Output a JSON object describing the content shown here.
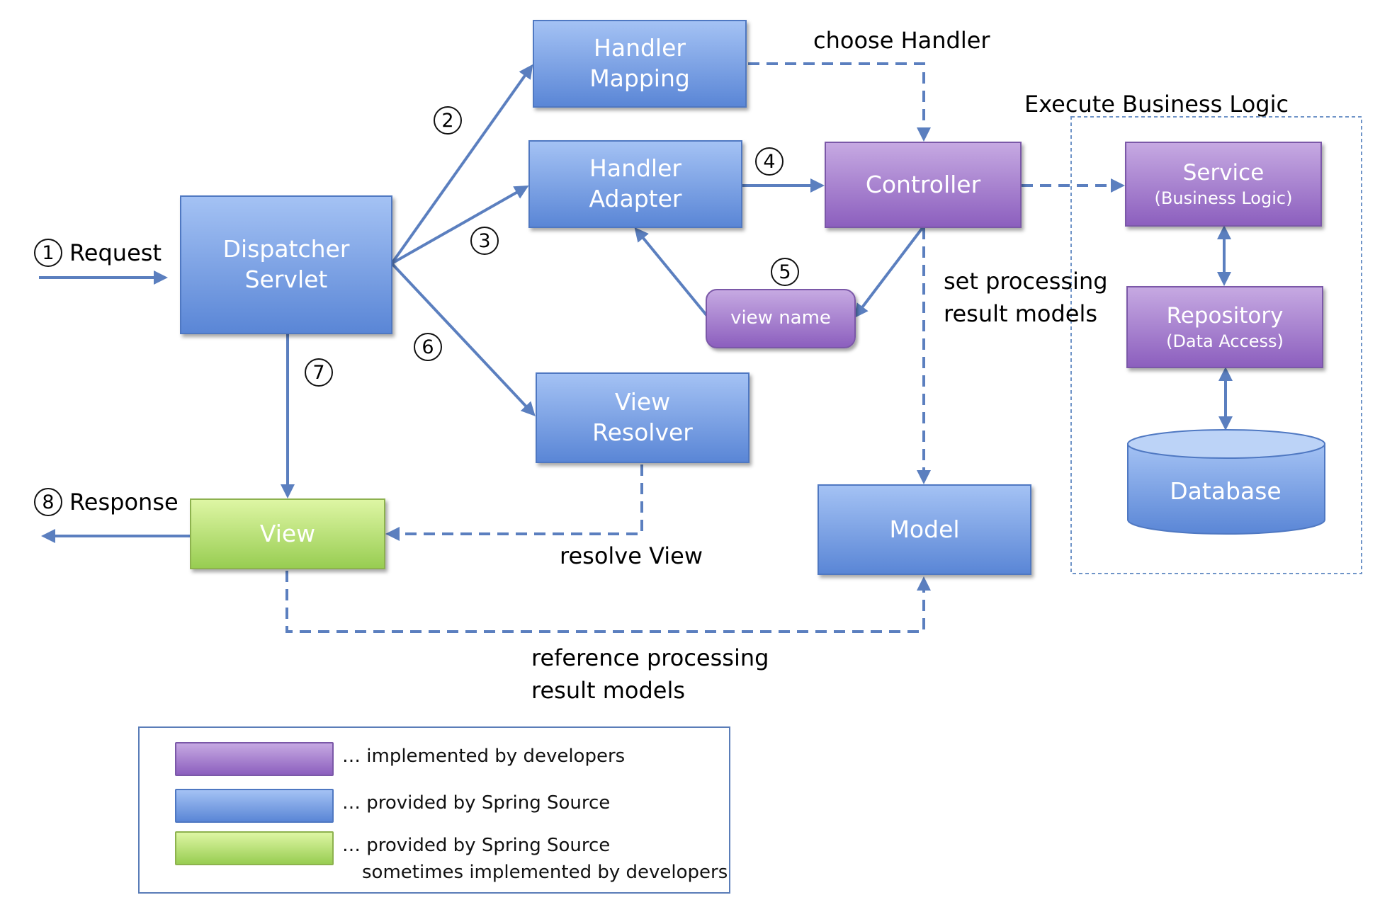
{
  "nodes": {
    "handler_mapping": [
      "Handler",
      "Mapping"
    ],
    "handler_adapter": [
      "Handler",
      "Adapter"
    ],
    "dispatcher_servlet": [
      "Dispatcher",
      "Servlet"
    ],
    "controller": "Controller",
    "view_name": "view name",
    "view_resolver": [
      "View",
      "Resolver"
    ],
    "view": "View",
    "model": "Model",
    "service": {
      "title": "Service",
      "subtitle": "(Business Logic)"
    },
    "repository": {
      "title": "Repository",
      "subtitle": "(Data Access)"
    },
    "database": "Database"
  },
  "labels": {
    "request": "Request",
    "response": "Response",
    "choose_handler": "choose Handler",
    "execute_business_logic": "Execute Business Logic",
    "set_processing": [
      "set processing",
      "result models"
    ],
    "resolve_view": "resolve View",
    "reference_processing": [
      "reference processing",
      "result models"
    ]
  },
  "steps": [
    "1",
    "2",
    "3",
    "4",
    "5",
    "6",
    "7",
    "8"
  ],
  "legend": [
    {
      "color": "purple",
      "text": [
        "… implemented by developers"
      ]
    },
    {
      "color": "blue",
      "text": [
        "… provided by Spring Source"
      ]
    },
    {
      "color": "green",
      "text": [
        "… provided by Spring Source",
        "sometimes implemented by developers"
      ]
    }
  ],
  "colors": {
    "blue": "#5a86d6",
    "purple": "#8c5fbe",
    "green": "#98cd52",
    "connector": "#5b7fbf"
  }
}
